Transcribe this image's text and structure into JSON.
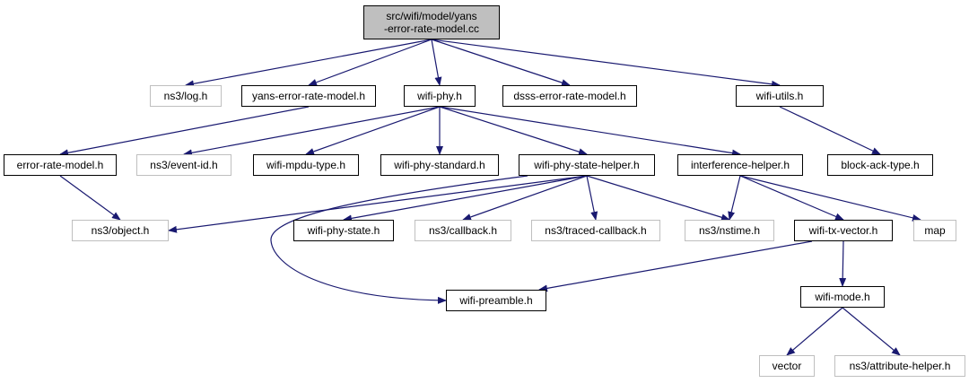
{
  "diagram": {
    "root_label": "src/wifi/model/yans\n-error-rate-model.cc",
    "colors": {
      "edge": "#191970",
      "node_border": "#000000",
      "external_border": "#bfbfbf",
      "root_fill": "#bfbfbf",
      "node_fill": "#ffffff"
    },
    "nodes": [
      {
        "id": "root",
        "label": "src/wifi/model/yans\n-error-rate-model.cc",
        "kind": "root"
      },
      {
        "id": "log",
        "label": "ns3/log.h",
        "kind": "external"
      },
      {
        "id": "yans",
        "label": "yans-error-rate-model.h",
        "kind": "header"
      },
      {
        "id": "wifiphy",
        "label": "wifi-phy.h",
        "kind": "header"
      },
      {
        "id": "dsss",
        "label": "dsss-error-rate-model.h",
        "kind": "header"
      },
      {
        "id": "utils",
        "label": "wifi-utils.h",
        "kind": "header"
      },
      {
        "id": "erm",
        "label": "error-rate-model.h",
        "kind": "header"
      },
      {
        "id": "eventid",
        "label": "ns3/event-id.h",
        "kind": "external"
      },
      {
        "id": "mpdu",
        "label": "wifi-mpdu-type.h",
        "kind": "header"
      },
      {
        "id": "standard",
        "label": "wifi-phy-standard.h",
        "kind": "header"
      },
      {
        "id": "psh",
        "label": "wifi-phy-state-helper.h",
        "kind": "header"
      },
      {
        "id": "interf",
        "label": "interference-helper.h",
        "kind": "header"
      },
      {
        "id": "blockack",
        "label": "block-ack-type.h",
        "kind": "header"
      },
      {
        "id": "object",
        "label": "ns3/object.h",
        "kind": "external"
      },
      {
        "id": "phystate",
        "label": "wifi-phy-state.h",
        "kind": "header"
      },
      {
        "id": "callback",
        "label": "ns3/callback.h",
        "kind": "external"
      },
      {
        "id": "traced",
        "label": "ns3/traced-callback.h",
        "kind": "external"
      },
      {
        "id": "nstime",
        "label": "ns3/nstime.h",
        "kind": "external"
      },
      {
        "id": "txvector",
        "label": "wifi-tx-vector.h",
        "kind": "header"
      },
      {
        "id": "map",
        "label": "map",
        "kind": "external"
      },
      {
        "id": "preamble",
        "label": "wifi-preamble.h",
        "kind": "header"
      },
      {
        "id": "mode",
        "label": "wifi-mode.h",
        "kind": "header"
      },
      {
        "id": "vector",
        "label": "vector",
        "kind": "external"
      },
      {
        "id": "attr",
        "label": "ns3/attribute-helper.h",
        "kind": "external"
      }
    ],
    "edges": [
      {
        "from": "root",
        "to": "log"
      },
      {
        "from": "root",
        "to": "yans"
      },
      {
        "from": "root",
        "to": "wifiphy"
      },
      {
        "from": "root",
        "to": "dsss"
      },
      {
        "from": "root",
        "to": "utils"
      },
      {
        "from": "yans",
        "to": "erm"
      },
      {
        "from": "erm",
        "to": "object"
      },
      {
        "from": "wifiphy",
        "to": "eventid"
      },
      {
        "from": "wifiphy",
        "to": "mpdu"
      },
      {
        "from": "wifiphy",
        "to": "standard"
      },
      {
        "from": "wifiphy",
        "to": "psh"
      },
      {
        "from": "wifiphy",
        "to": "interf"
      },
      {
        "from": "utils",
        "to": "blockack"
      },
      {
        "from": "psh",
        "to": "object"
      },
      {
        "from": "psh",
        "to": "phystate"
      },
      {
        "from": "psh",
        "to": "callback"
      },
      {
        "from": "psh",
        "to": "traced"
      },
      {
        "from": "psh",
        "to": "nstime"
      },
      {
        "from": "psh",
        "to": "preamble"
      },
      {
        "from": "interf",
        "to": "nstime"
      },
      {
        "from": "interf",
        "to": "txvector"
      },
      {
        "from": "interf",
        "to": "map"
      },
      {
        "from": "txvector",
        "to": "preamble"
      },
      {
        "from": "txvector",
        "to": "mode"
      },
      {
        "from": "mode",
        "to": "vector"
      },
      {
        "from": "mode",
        "to": "attr"
      }
    ]
  }
}
